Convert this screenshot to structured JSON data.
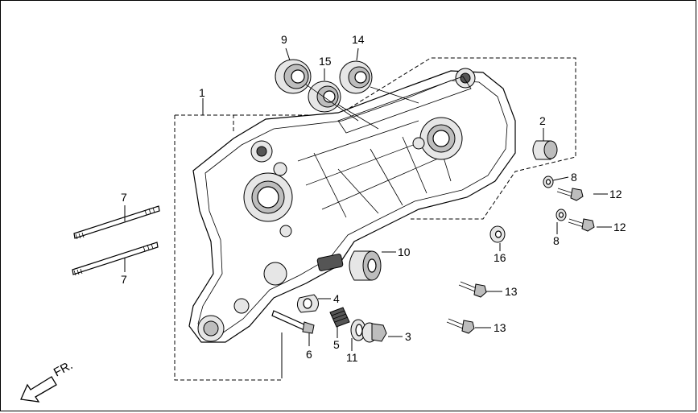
{
  "direction_label": "FR.",
  "callouts": [
    {
      "id": "1",
      "text": "1"
    },
    {
      "id": "2",
      "text": "2"
    },
    {
      "id": "3",
      "text": "3"
    },
    {
      "id": "4",
      "text": "4"
    },
    {
      "id": "5",
      "text": "5"
    },
    {
      "id": "6",
      "text": "6"
    },
    {
      "id": "7a",
      "text": "7"
    },
    {
      "id": "7b",
      "text": "7"
    },
    {
      "id": "8a",
      "text": "8"
    },
    {
      "id": "8b",
      "text": "8"
    },
    {
      "id": "9",
      "text": "9"
    },
    {
      "id": "10",
      "text": "10"
    },
    {
      "id": "11",
      "text": "11"
    },
    {
      "id": "12a",
      "text": "12"
    },
    {
      "id": "12b",
      "text": "12"
    },
    {
      "id": "13a",
      "text": "13"
    },
    {
      "id": "13b",
      "text": "13"
    },
    {
      "id": "14",
      "text": "14"
    },
    {
      "id": "15",
      "text": "15"
    },
    {
      "id": "16",
      "text": "16"
    }
  ]
}
